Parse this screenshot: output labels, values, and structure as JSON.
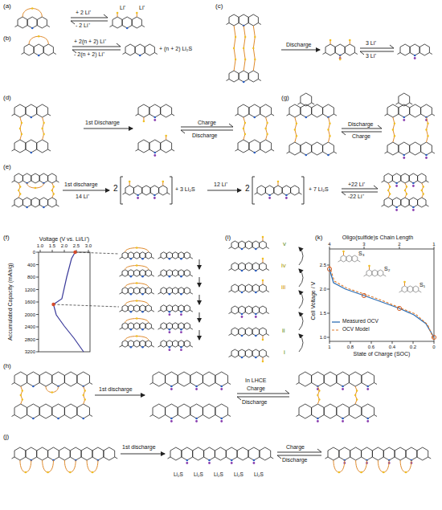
{
  "diagram": {
    "labels": [
      "(a)",
      "Li⁺",
      "Li⁺",
      "+ 2 Li⁺",
      "- 2 Li⁺",
      "(b)",
      "+ 2(n + 2) Li⁺",
      "- 2(n + 2) Li⁺",
      "+ (n + 2) Li₂S",
      "(c)",
      "Discharge",
      "3 Li⁺",
      "3 Li⁺",
      "(d)",
      "1st Discharge",
      "Charge",
      "Discharge",
      "(g)",
      "Discharge",
      "Charge",
      "(e)",
      "1st discharge",
      "14 Li⁺",
      "2",
      "+ 3 Li₂S",
      "12 Li⁺",
      "2",
      "+ 7 Li₂S",
      "+22 Li⁺",
      "-22 Li⁺",
      "(f)",
      "Voltage (V vs. Li/Li⁺)",
      "1.0",
      "1.5",
      "2.0",
      "2.5",
      "3.0",
      "Accumulated Capacity (mAh/g)",
      "0",
      "400",
      "800",
      "1200",
      "1600",
      "2000",
      "2400",
      "2800",
      "3200",
      "(i)",
      "v",
      "iv",
      "iii",
      "ii",
      "i",
      "(k)",
      "Oligo(sulfide)s Chain Length",
      "4",
      "3",
      "2",
      "1",
      "Cell Voltage / V",
      "2.5",
      "2.0",
      "1.5",
      "1.0",
      "State of Charge (SOC)",
      "1",
      "0.8",
      "0.6",
      "0.4",
      "0.2",
      "0",
      "S₃",
      "S₂",
      "S₁",
      "(h)",
      "1st discharge",
      "In LHCE",
      "Charge",
      "Discharge",
      "(j)",
      "1st discharge",
      "Charge",
      "Discharge",
      "Li₂S",
      "Li₂S",
      "Li₂S",
      "Li₂S",
      "Li₂S"
    ],
    "legend": [
      {
        "text": "Measured OCV"
      },
      {
        "text": "OCV Model"
      }
    ]
  }
}
